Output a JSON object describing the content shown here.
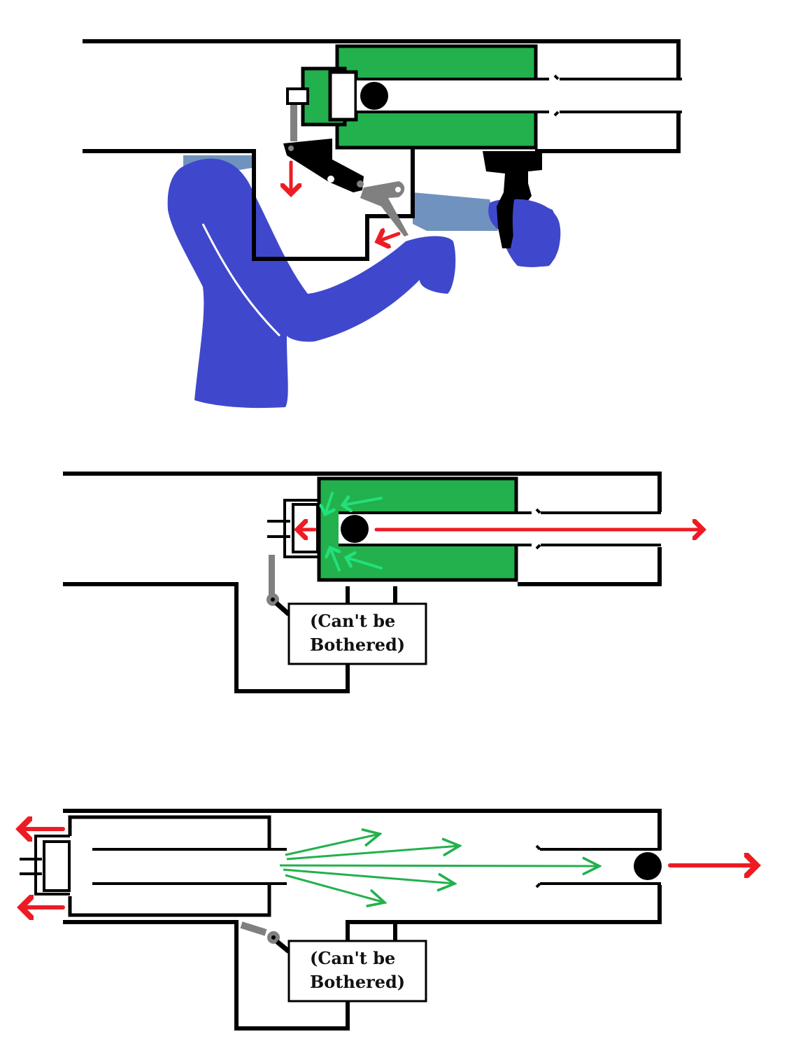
{
  "title": "Firearm firing mechanism diagram (three stages)",
  "colors": {
    "outline": "#000000",
    "bolt_green": "#22b14c",
    "gas_arrows_light": "#22e07a",
    "gas_arrows": "#22b14c",
    "motion_arrows": "#ed1c24",
    "hand_blue": "#3f48cc",
    "arm_light_blue": "#7092be",
    "linkage_gray": "#808080",
    "projectile": "#000000"
  },
  "panels": [
    {
      "id": "stage-1",
      "description": "Hands holding grip; trigger pulled, sear linkage drops",
      "arrows": [
        "trigger-pull-arrow",
        "sear-down-arrow"
      ]
    },
    {
      "id": "stage-2",
      "description": "Bolt locked; gas pressure pushes firing pin back, projectile moves forward",
      "label": {
        "line1": "(Can't be",
        "line2": "Bothered)"
      }
    },
    {
      "id": "stage-3",
      "description": "Bolt carrier recoils rearward; gas expands; projectile exits barrel",
      "label": {
        "line1": "(Can't be",
        "line2": "Bothered)"
      }
    }
  ],
  "icons": {
    "projectile": "black-circle",
    "motion": "red-arrow",
    "gas": "green-arrow"
  }
}
